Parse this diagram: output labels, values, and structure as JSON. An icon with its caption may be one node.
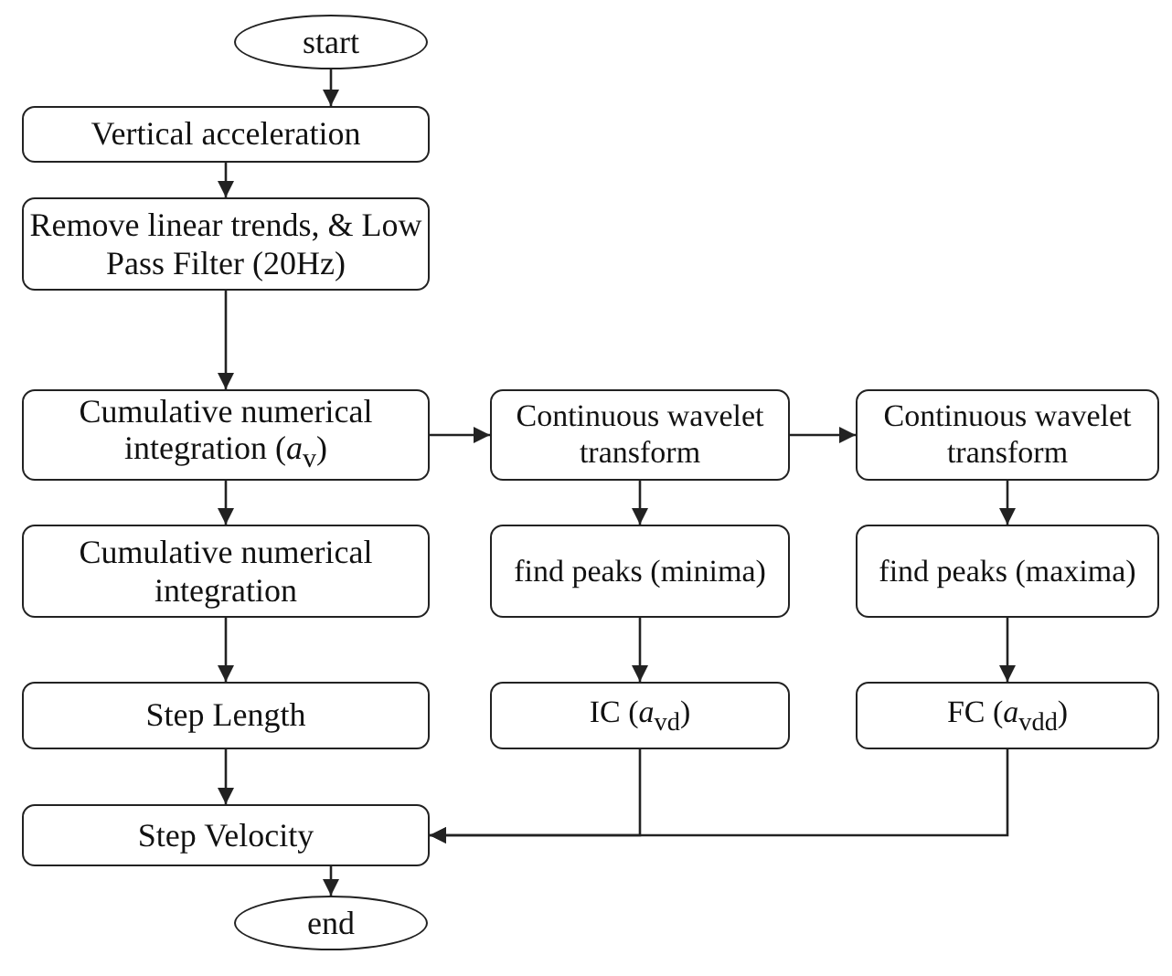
{
  "diagram": {
    "nodes": [
      {
        "text": [
          "start"
        ]
      },
      {
        "text": [
          "Vertical acceleration"
        ]
      },
      {
        "text": [
          "Remove linear trends, & Low Pass Filter (20Hz)"
        ]
      },
      {
        "text": [
          "Cumulative numerical integration (*a*$_{v}$)"
        ]
      },
      {
        "text": [
          "Cumulative numerical integration"
        ]
      },
      {
        "text": [
          "Step Length"
        ]
      },
      {
        "text": [
          "Step Velocity"
        ]
      },
      {
        "text": [
          "end"
        ]
      },
      {
        "text": [
          "Continuous wavelet transform"
        ]
      },
      {
        "text": [
          "find peaks (minima)"
        ]
      },
      {
        "text": [
          "IC (*a*$_{vd}$)"
        ]
      },
      {
        "text": [
          "Continuous wavelet transform"
        ]
      },
      {
        "text": [
          "find peaks (maxima)"
        ]
      },
      {
        "text": [
          "FC (*a*$_{vdd}$)"
        ]
      }
    ],
    "edges": [
      {
        "from": 0,
        "to": 1,
        "arrow": "to"
      },
      {
        "from": 1,
        "to": 2,
        "arrow": "to"
      },
      {
        "from": 2,
        "to": 3,
        "arrow": "to"
      },
      {
        "from": 3,
        "to": 4,
        "arrow": "to"
      },
      {
        "from": 4,
        "to": 5,
        "arrow": "to"
      },
      {
        "from": 5,
        "to": 6,
        "arrow": "to"
      },
      {
        "from": 6,
        "to": 7,
        "arrow": "to"
      },
      {
        "from": 3,
        "to": 8,
        "arrow": "to"
      },
      {
        "from": 8,
        "to": 11,
        "arrow": "to"
      },
      {
        "from": 8,
        "to": 9,
        "arrow": "to"
      },
      {
        "from": 9,
        "to": 10,
        "arrow": "to"
      },
      {
        "from": 11,
        "to": 12,
        "arrow": "to"
      },
      {
        "from": 12,
        "to": 13,
        "arrow": "to"
      },
      {
        "from": 10,
        "to": 6,
        "arrow": "to"
      },
      {
        "from": 13,
        "to": 6,
        "arrow": "to"
      }
    ]
  }
}
